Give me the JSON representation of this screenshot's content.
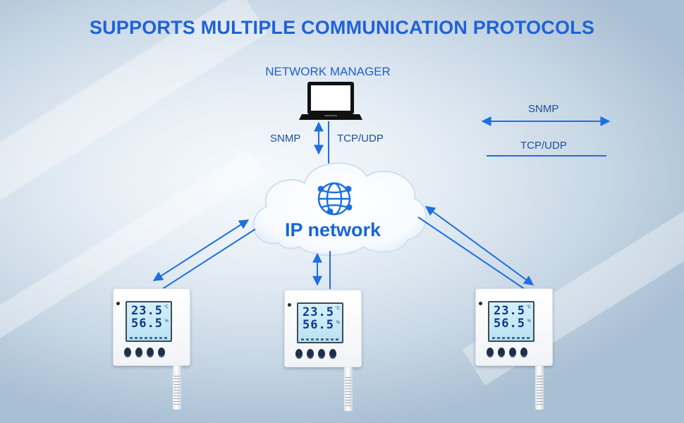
{
  "title": "SUPPORTS MULTIPLE COMMUNICATION PROTOCOLS",
  "manager": {
    "label": "NETWORK MANAGER",
    "icon": "laptop-icon"
  },
  "links": {
    "snmp_label": "SNMP",
    "tcp_label": "TCP/UDP"
  },
  "legend": {
    "snmp_label": "SNMP",
    "tcp_label": "TCP/UDP"
  },
  "cloud": {
    "label": "IP network",
    "icon": "globe-network-icon"
  },
  "devices": [
    {
      "temperature": "23.5",
      "humidity": "56.5"
    },
    {
      "temperature": "23.5",
      "humidity": "56.5"
    },
    {
      "temperature": "23.5",
      "humidity": "56.5"
    }
  ],
  "colors": {
    "title": "#1f62d9",
    "arrow": "#1e6fe0",
    "cloud_text": "#1766d6",
    "lcd": "#c6e8f4"
  }
}
